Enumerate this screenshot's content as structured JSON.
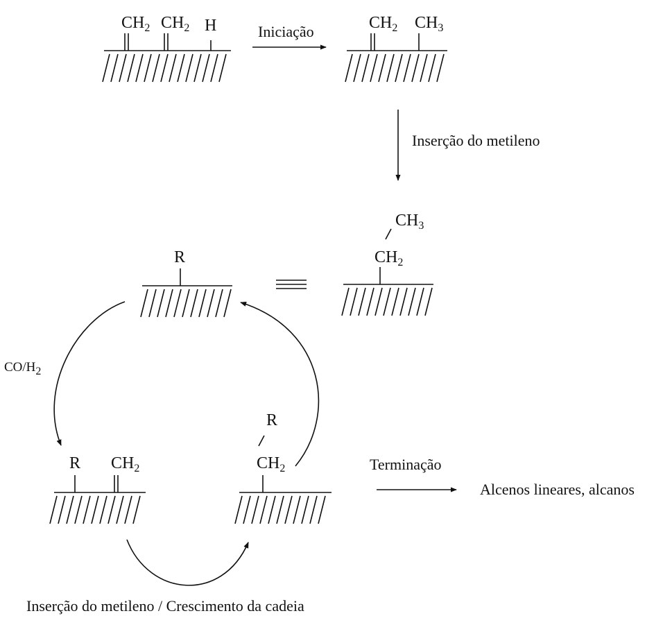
{
  "labels": {
    "initiation": "Iniciação",
    "methylene_insertion": "Inserção do metileno",
    "co_h2": "CO/H2",
    "termination": "Terminação",
    "products": "Alcenos lineares, alcanos",
    "bottom_caption": "Inserção do metileno / Crescimento da cadeia"
  },
  "chem": {
    "ch2": "CH2",
    "ch3": "CH3",
    "h": "H",
    "r": "R",
    "equiv": "≡"
  }
}
